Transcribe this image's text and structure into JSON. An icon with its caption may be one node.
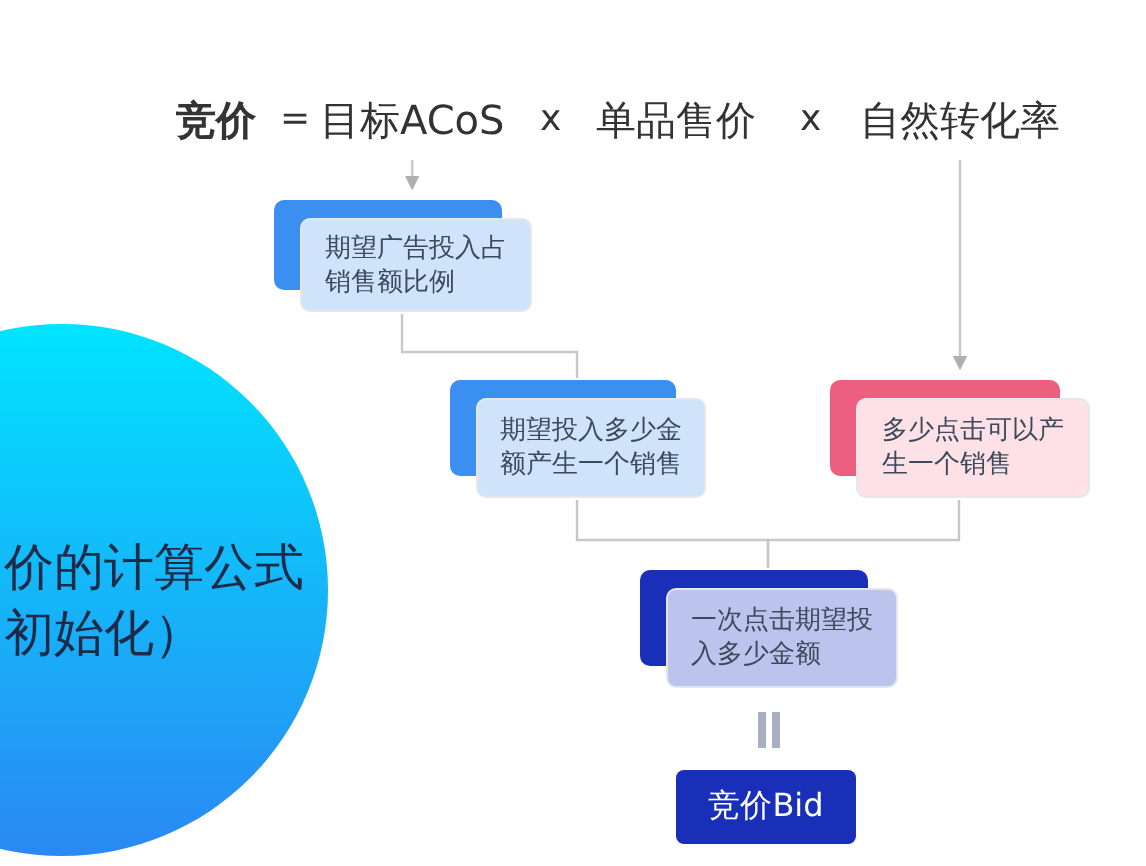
{
  "diagram": {
    "nodes": [
      {
        "text": [
          "竞价"
        ]
      },
      {
        "text": [
          "目标ACoS"
        ]
      },
      {
        "text": [
          "单品售价"
        ]
      },
      {
        "text": [
          "自然转化率"
        ]
      },
      {
        "text": [
          "期望广告投入占销售额比例"
        ]
      },
      {
        "text": [
          "期望投入多少金额产生一个销售"
        ]
      },
      {
        "text": [
          "多少点击可以产生一个销售"
        ]
      },
      {
        "text": [
          "一次点击期望投入多少金额"
        ]
      },
      {
        "text": [
          "竞价Bid"
        ]
      },
      {
        "text": [
          "价的计算公式初始化）"
        ]
      }
    ],
    "edges": [
      {
        "from": 1,
        "to": 4,
        "arrow": "to"
      },
      {
        "from": 3,
        "to": 6,
        "arrow": "to"
      },
      {
        "from": 4,
        "to": 5,
        "arrow": "none"
      },
      {
        "from": 5,
        "to": 7,
        "arrow": "none"
      },
      {
        "from": 6,
        "to": 7,
        "arrow": "none"
      }
    ],
    "labels": [
      "=",
      "x",
      "x"
    ]
  }
}
